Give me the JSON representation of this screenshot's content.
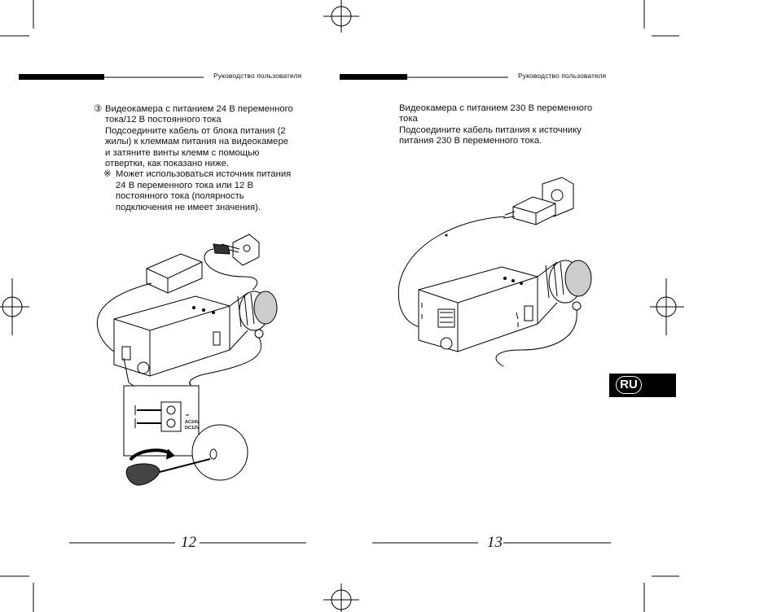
{
  "left_page": {
    "header": "Руководство пользователя",
    "item_marker": "③",
    "paragraph_lines": [
      "Видеокамера с питанием 24 В переменного",
      "тока/12 В постоянного тока",
      "Подсоедините кабель от блока питания (2",
      "жилы) к клеммам питания на видеокамере",
      "и затяните винты клемм с помощью",
      "отвертки, как показано ниже."
    ],
    "note_marker": "※",
    "note_lines": [
      "Может использоваться источник питания",
      "24 В переменного тока или 12 В",
      "постоянного тока (полярность",
      "подключения не имеет значения)."
    ],
    "terminal_labels": [
      "AC24V",
      "DC12V"
    ],
    "page_number": "12"
  },
  "right_page": {
    "header": "Руководство пользователя",
    "paragraph_lines": [
      "Видеокамера с питанием 230 В переменного",
      "тока",
      "Подсоедините кабель питания к источнику",
      "питания 230 В переменного тока."
    ],
    "language_badge": "RU",
    "page_number": "13"
  }
}
